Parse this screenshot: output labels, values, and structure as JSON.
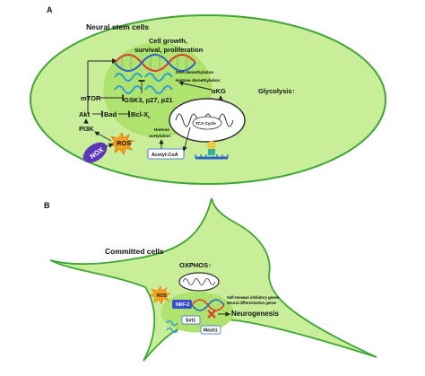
{
  "panel_a": {
    "letter": "A",
    "title": "Neural stem cells",
    "cell_growth_line1": "Cell growth,",
    "cell_growth_line2": "survival, proliferation",
    "dna_demethylation": "DNA demethylation",
    "histone_demethylation": "Histone demethylation",
    "akg": "αKG",
    "glycolysis": "Glycolysis↑",
    "tca_cycle": "TCA Cycle",
    "mtor": "mTOR",
    "gsk3": "GSK3, p27, p21",
    "akt": "Akt",
    "bad": "Bad",
    "bclxl": "Bcl-X",
    "bclxl_sub": "L",
    "pi3k": "PI3K",
    "histone_acetylation_1": "Histone",
    "histone_acetylation_2": "acetylation",
    "ros": "ROS",
    "nox": "NOX",
    "acetyl_coa": "Acetyl-CoA"
  },
  "panel_b": {
    "letter": "B",
    "title": "Committed cells",
    "oxphos": "OXPHOS↑",
    "ros": "ROS",
    "nrf2": "NRF-2",
    "self_renewal": "Self-renewal inhibitory genes",
    "neural_diff": "Neural differentiation genes",
    "neurogenesis": "Neurogenesis",
    "sirt1": "Sirt1",
    "mash1": "Mash1"
  },
  "colors": {
    "cell_fill": "#c8ee9a",
    "cell_stroke": "#3fa535",
    "nucleus_fill": "#aee36f",
    "ros_fill": "#f7a21b",
    "nox_fill": "#5b36b8",
    "dna_red": "#e03a2f",
    "dna_blue": "#2a63c8",
    "histone_blue": "#2f9fd6"
  }
}
